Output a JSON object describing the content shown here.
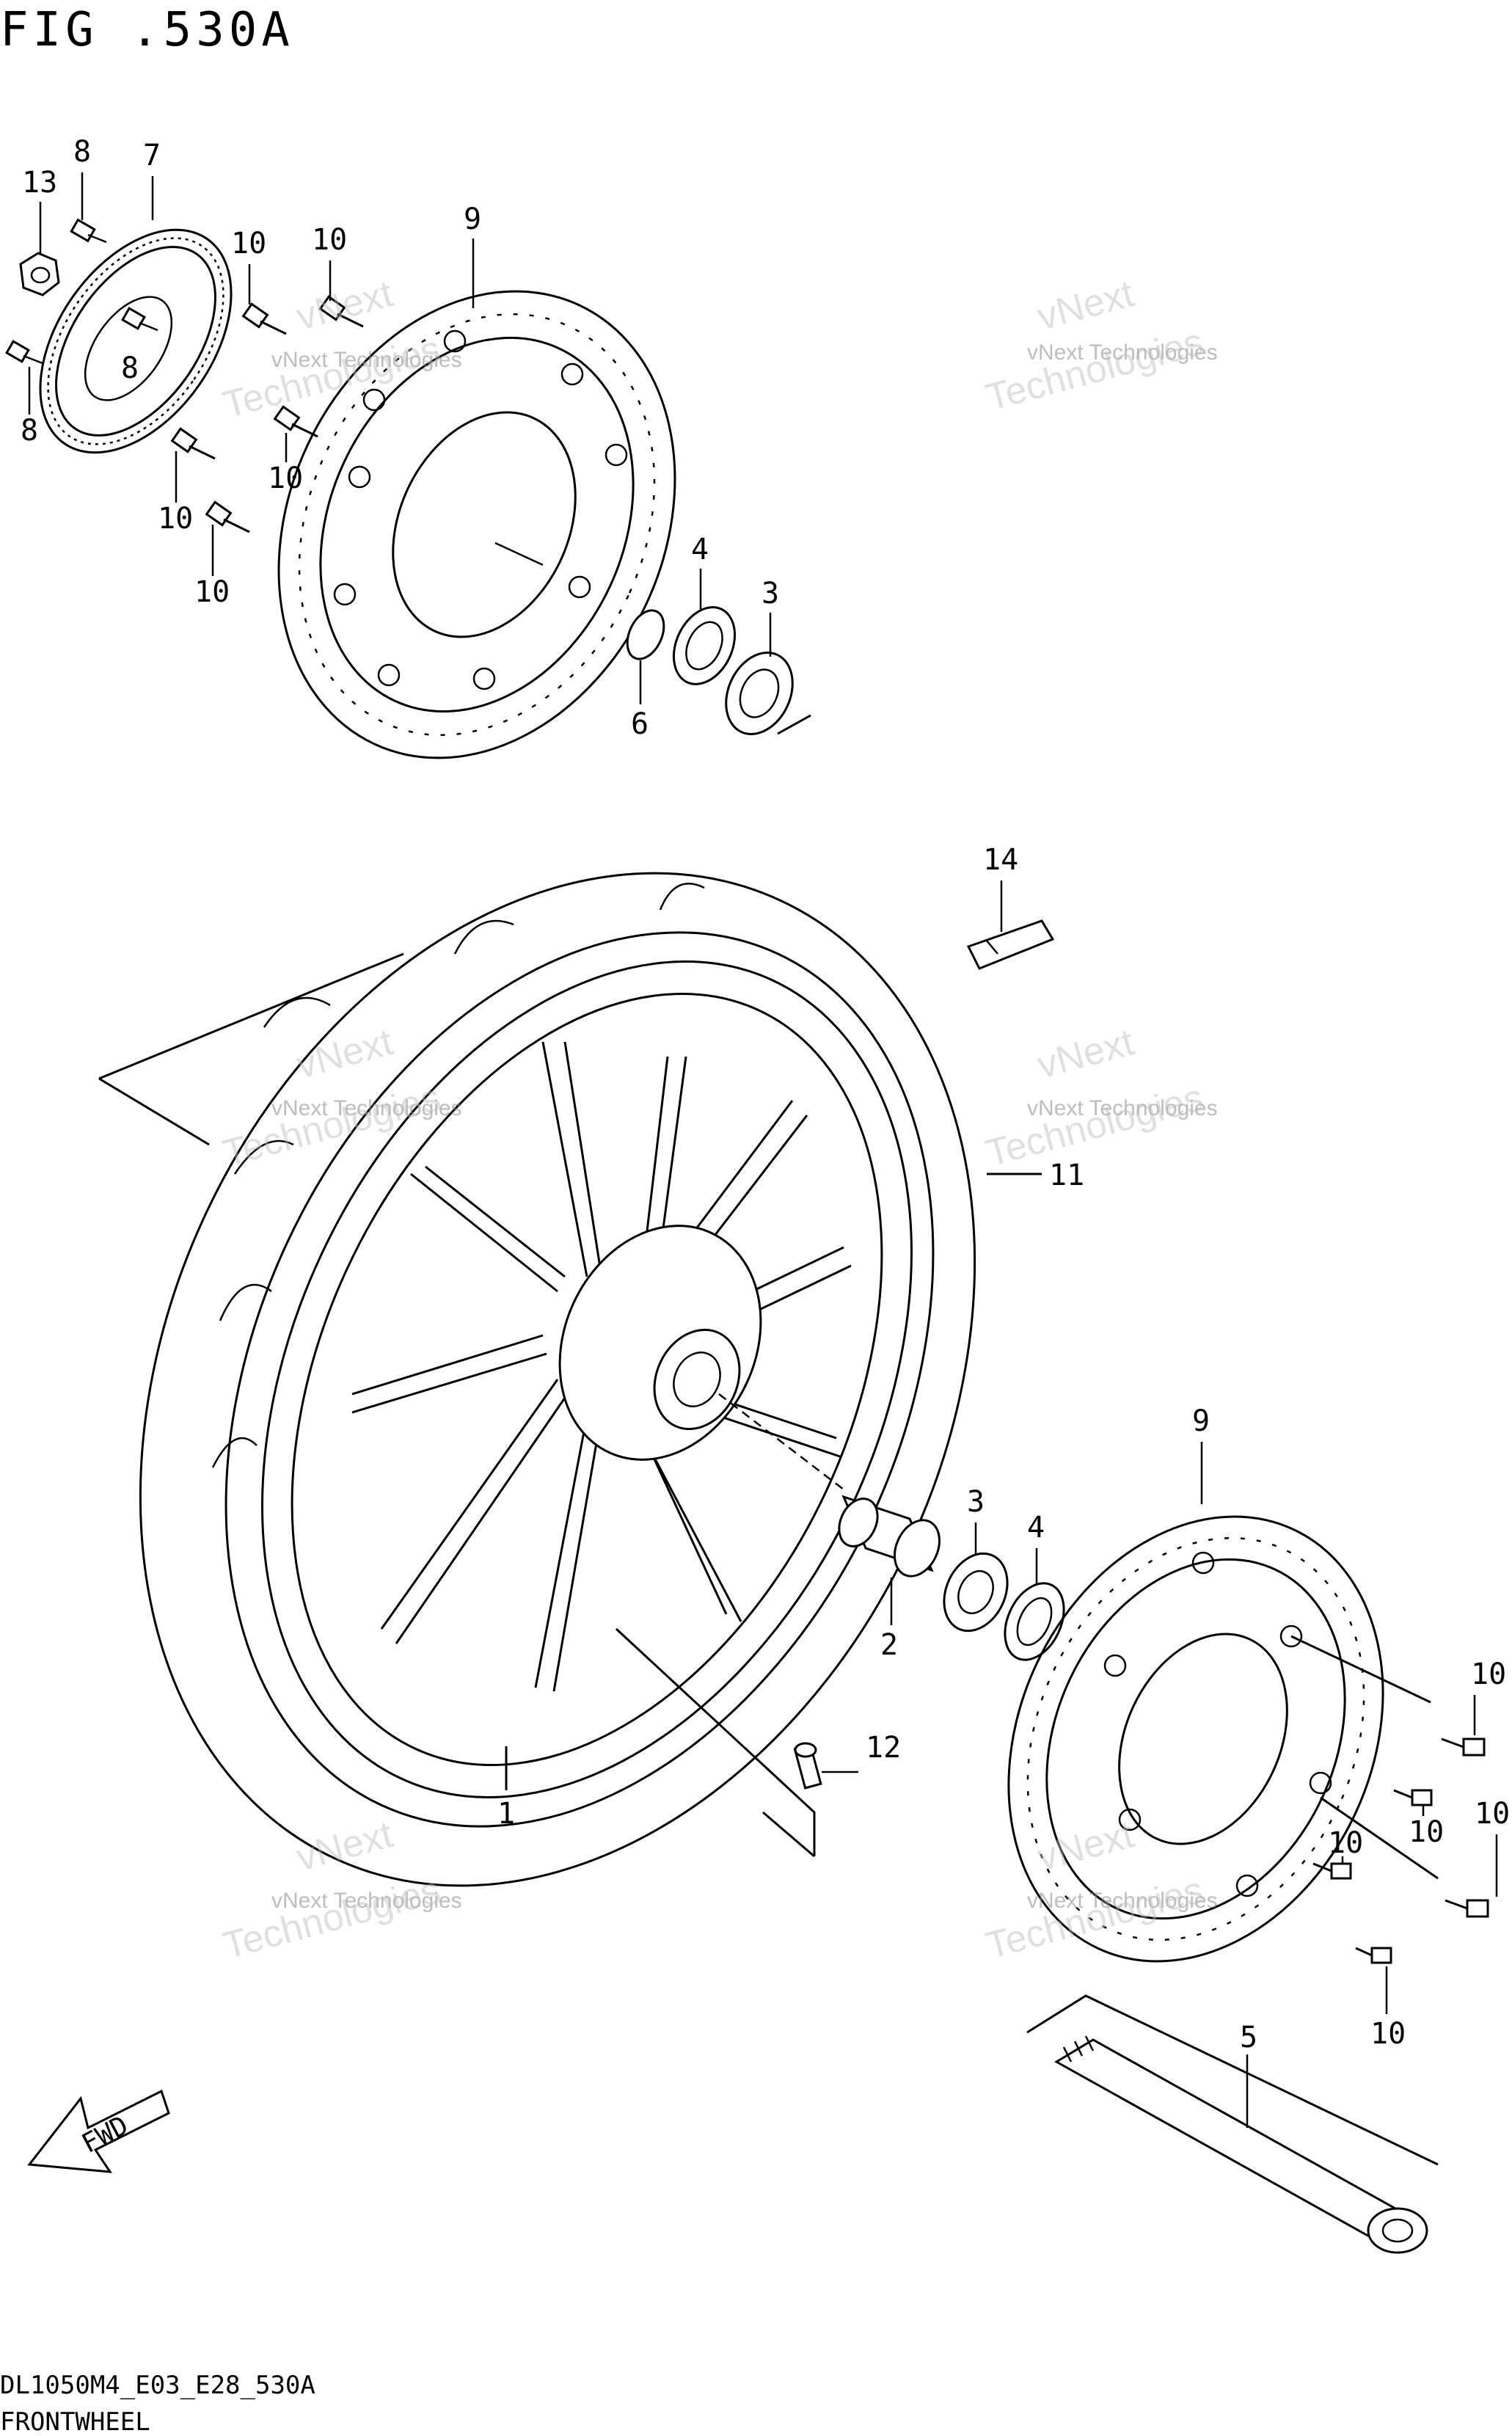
{
  "figure": {
    "title": "FIG .530A",
    "code": "DL1050M4_E03_E28_530A",
    "name": "FRONTWHEEL"
  },
  "watermark": {
    "line1": "vNext Technologies",
    "line2": "vNext",
    "line3": "Technologies"
  },
  "fwd_label": "FWD",
  "callouts": {
    "c13": "13",
    "c8a": "8",
    "c7": "7",
    "c8b": "8",
    "c8c": "8",
    "c10a": "10",
    "c10b": "10",
    "c10c": "10",
    "c10d": "10",
    "c10e": "10",
    "c9a": "9",
    "c4a": "4",
    "c3a": "3",
    "c6": "6",
    "c14": "14",
    "c11": "11",
    "c9b": "9",
    "c3b": "3",
    "c4b": "4",
    "c2": "2",
    "c12": "12",
    "c1": "1",
    "c10f": "10",
    "c10g": "10",
    "c10h": "10",
    "c10i": "10",
    "c10j": "10",
    "c5": "5"
  }
}
